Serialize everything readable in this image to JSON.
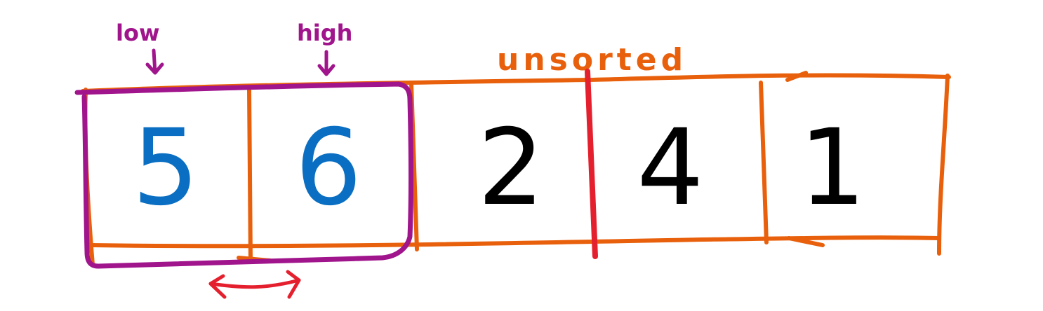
{
  "colors": {
    "array_outline": "#E8600C",
    "window_outline": "#A0148C",
    "pointer_labels": "#A0148C",
    "sorted_digits": "#0A6FC2",
    "unsorted_digits": "#000000",
    "divider": "#E5202E",
    "swap_arrow": "#E5202E",
    "unsorted_label": "#E8600C"
  },
  "labels": {
    "low": "low",
    "high": "high",
    "unsorted": "unsorted"
  },
  "array": {
    "cells": [
      {
        "value": "5",
        "group": "sorted"
      },
      {
        "value": "6",
        "group": "sorted"
      },
      {
        "value": "2",
        "group": "unsorted"
      },
      {
        "value": "4",
        "group": "unsorted"
      },
      {
        "value": "1",
        "group": "unsorted"
      }
    ]
  },
  "icons": {
    "low_arrow": "down-arrow-icon",
    "high_arrow": "down-arrow-icon",
    "swap": "double-headed-arrow-icon"
  }
}
